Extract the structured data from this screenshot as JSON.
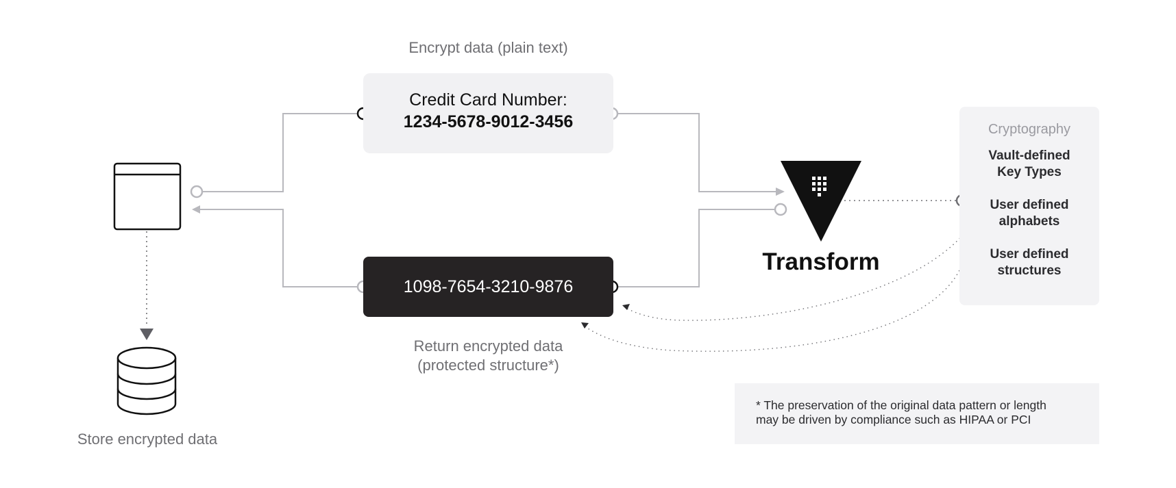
{
  "encrypt_label": "Encrypt data (plain text)",
  "plain_card": {
    "title": "Credit Card Number:",
    "number": "1234-5678-9012-3456"
  },
  "encrypted_card": {
    "number": "1098-7654-3210-9876"
  },
  "return_label": {
    "line1": "Return encrypted data",
    "line2": "(protected structure*)"
  },
  "store_label": "Store encrypted data",
  "transform": {
    "label": "Transform",
    "icon": "vault-keypad-icon"
  },
  "cryptography": {
    "title": "Cryptography",
    "items": [
      {
        "line1": "Vault-defined",
        "line2": "Key Types"
      },
      {
        "line1": "User defined",
        "line2": "alphabets"
      },
      {
        "line1": "User defined",
        "line2": "structures"
      }
    ]
  },
  "footnote": {
    "line1": "* The preservation of the original data pattern or length",
    "line2": "may be driven by compliance such as HIPAA or PCI"
  },
  "colors": {
    "line": "#b8b8bd",
    "dark_card": "#262324",
    "light_card": "#f1f1f3",
    "panel": "#f3f3f5"
  }
}
